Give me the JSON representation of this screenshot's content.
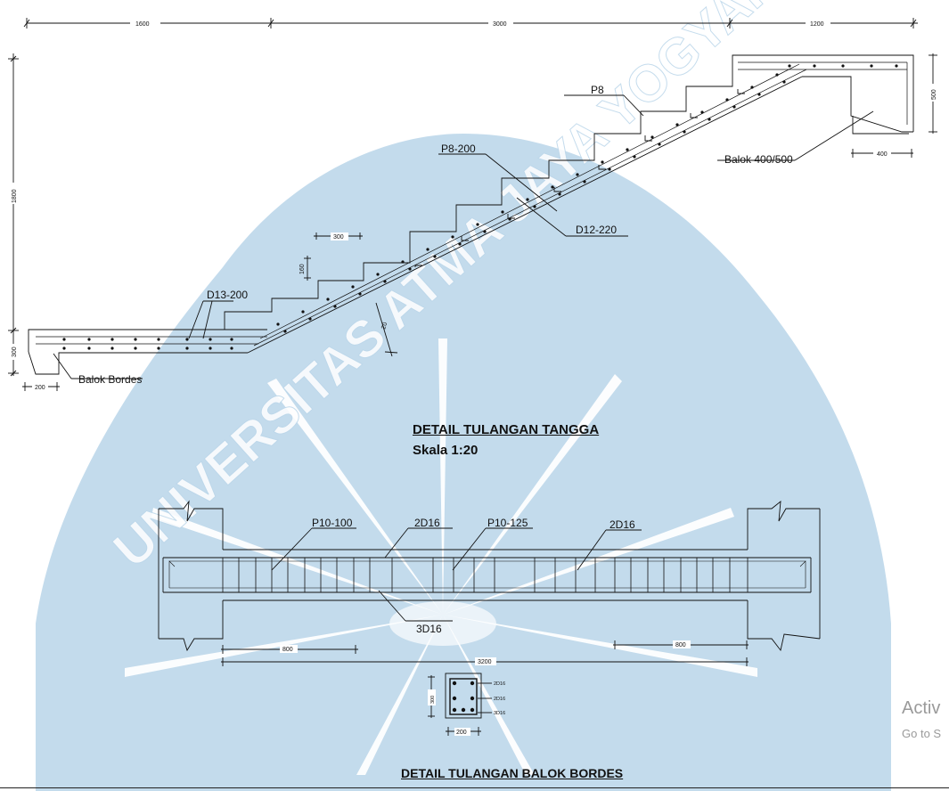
{
  "watermark": {
    "text": "UNIVERSITAS ATMA JAYA YOGYAKARTA",
    "color": "#bcd7ea"
  },
  "stair_detail": {
    "title": "DETAIL TULANGAN TANGGA",
    "scale": "Skala 1:20",
    "dims": {
      "top_a": "1600",
      "top_b": "3000",
      "top_c": "1200",
      "left_height": "1800",
      "left_landing": "300",
      "landing_beam_w": "200",
      "right_beam_h": "500",
      "right_beam_w": "400",
      "tread": "300",
      "riser": "160",
      "slab": "20"
    },
    "labels": {
      "p8": "P8",
      "p8_200": "P8-200",
      "d12_220": "D12-220",
      "balok_400_500": "Balok 400/500",
      "d13_200": "D13-200",
      "balok_bordes": "Balok Bordes"
    }
  },
  "beam_detail": {
    "title": "DETAIL TULANGAN BALOK BORDES",
    "labels": {
      "p10_100": "P10-100",
      "top_bars_1": "2D16",
      "p10_125": "P10-125",
      "top_bars_2": "2D16",
      "bottom_bars": "3D16"
    },
    "dims": {
      "left_zone": "800",
      "right_zone": "800",
      "span": "3200"
    },
    "section": {
      "height": "300",
      "width": "200",
      "top": "2D16",
      "mid": "2D16",
      "bottom": "3D16"
    }
  },
  "activation": {
    "line1": "Activ",
    "line2": "Go to S"
  }
}
